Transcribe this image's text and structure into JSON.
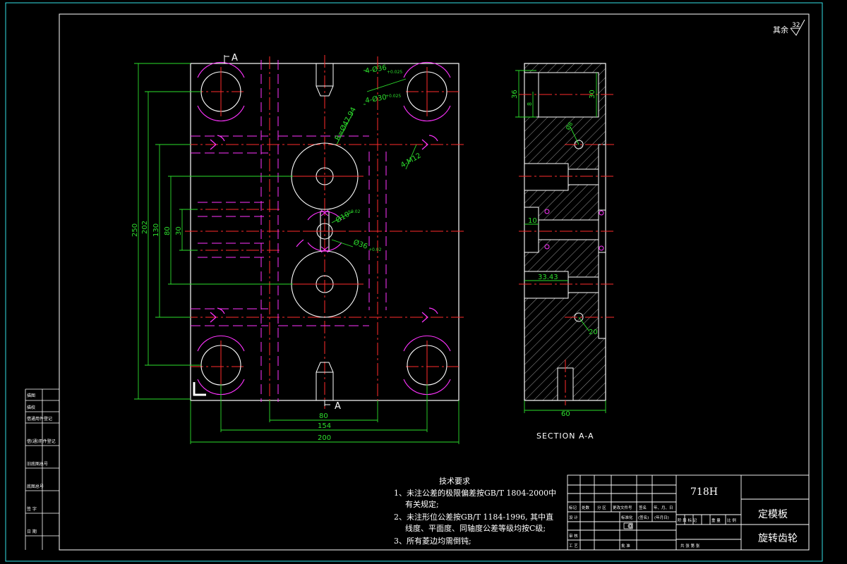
{
  "finish": {
    "label": "其余",
    "roughness": "32"
  },
  "section_markers": {
    "top": "A",
    "bottom": "A"
  },
  "section_title": "SECTION A-A",
  "plan_dims": {
    "width_200": "200",
    "width_154": "154",
    "width_80": "80",
    "height_250": "250",
    "height_202": "202",
    "height_130": "130",
    "height_80": "80",
    "height_30": "30"
  },
  "plan_callouts": {
    "holes_36": "4-Ø36",
    "holes_36_tol": "+0.025",
    "holes_30": "4-Ø30",
    "holes_30_tol": "+0.025",
    "radius": "R=Ø47.94",
    "threads": "4-M12",
    "hole_10": "Ø10",
    "hole_10_tol": "+0.02",
    "hole_36c": "Ø36",
    "hole_36c_tol": "+0.02"
  },
  "section_dims": {
    "d36": "36",
    "d8": "8",
    "d30": "30",
    "d8b": "Ø8",
    "d10": "10",
    "d33": "33.43",
    "d20": "20",
    "d60": "60"
  },
  "tech": {
    "title": "技术要求",
    "lines": [
      "1、未注公差的极限偏差按GB/T 1804-2000中",
      "有关规定;",
      "2、未注形位公差按GB/T 1184-1996, 其中直",
      "线度、平面度、同轴度公差等级均按C级;",
      "3、所有菱边均需倒钝;"
    ]
  },
  "title_block": {
    "material": "718H",
    "part_name": "定模板",
    "project": "旋转齿轮",
    "header_cells": [
      "标记",
      "处数",
      "分 区",
      "更改文件号",
      "签名",
      "年、月、日"
    ],
    "row_design": "设 计",
    "row_std": "标准化",
    "row_sign": "(签名)",
    "row_date": "(年月日)",
    "stage_cells": [
      "阶 段 标 记",
      "重 量",
      "比 例"
    ],
    "row_review": "审 核",
    "row_craft": "工 艺",
    "row_approve": "批 准",
    "sheet": "共  张  第  张"
  },
  "left_strip": [
    "借(通)用件登记",
    "旧底图总号",
    "底图总号",
    "签 字",
    "日 期",
    "描图",
    "描校",
    "借通用件登记"
  ]
}
